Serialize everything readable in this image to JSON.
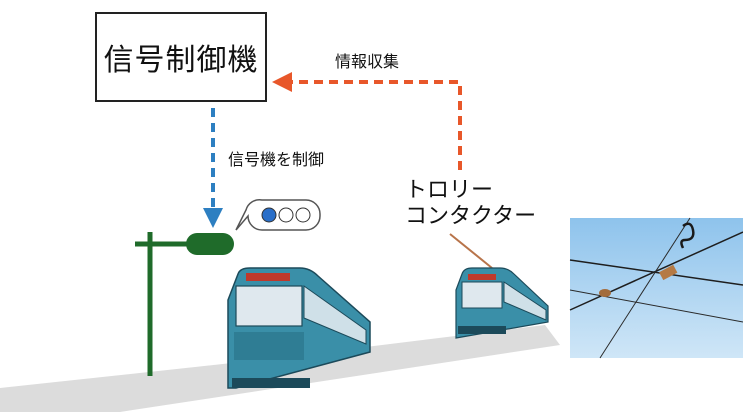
{
  "controller": {
    "label": "信号制御機"
  },
  "arrows": {
    "info_collection": {
      "label": "情報収集",
      "color": "#e8572a"
    },
    "signal_control": {
      "label": "信号機を制御",
      "color": "#2d7fc1"
    }
  },
  "trolley_contactor": {
    "line1": "トロリー",
    "line2": "コンタクター"
  },
  "signal": {
    "pole_color": "#1f6b2a",
    "lamp_color": "#2a6fc9"
  },
  "tram": {
    "body_color": "#3a8fa8"
  }
}
